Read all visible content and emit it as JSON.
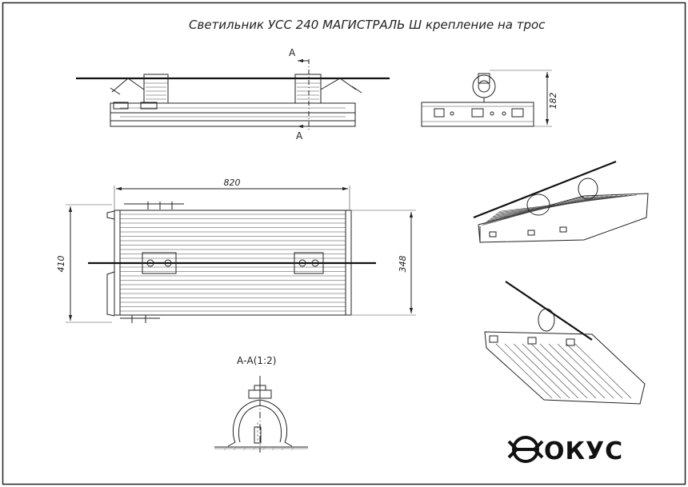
{
  "drawing": {
    "title": "Светильник УСС 240 МАГИСТРАЛЬ Ш  крепление на трос",
    "section_marker": "А",
    "section_view_label": "А-А(1:2)",
    "dimensions": {
      "length": "820",
      "total_width": "410",
      "body_width": "348",
      "side_height": "182"
    },
    "brand": "ОКУС"
  }
}
